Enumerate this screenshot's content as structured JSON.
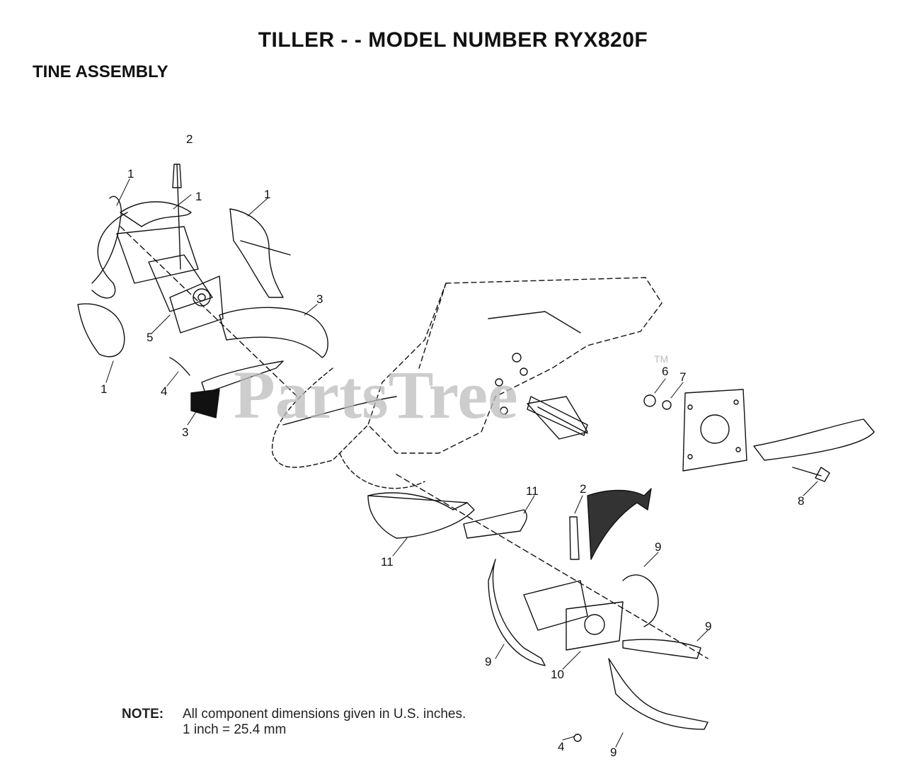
{
  "header": {
    "title": "TILLER - - MODEL NUMBER RYX820F",
    "subtitle": "TINE ASSEMBLY"
  },
  "note": {
    "label": "NOTE:",
    "line1": "All component dimensions given in U.S. inches.",
    "line2": "1 inch = 25.4 mm"
  },
  "watermark": {
    "text": "PartsTree",
    "trademark": "TM"
  },
  "callouts": [
    "1",
    "2",
    "1",
    "1",
    "1",
    "3",
    "5",
    "4",
    "3",
    "6",
    "7",
    "8",
    "2",
    "11",
    "11",
    "9",
    "9",
    "9",
    "10",
    "4",
    "9"
  ]
}
